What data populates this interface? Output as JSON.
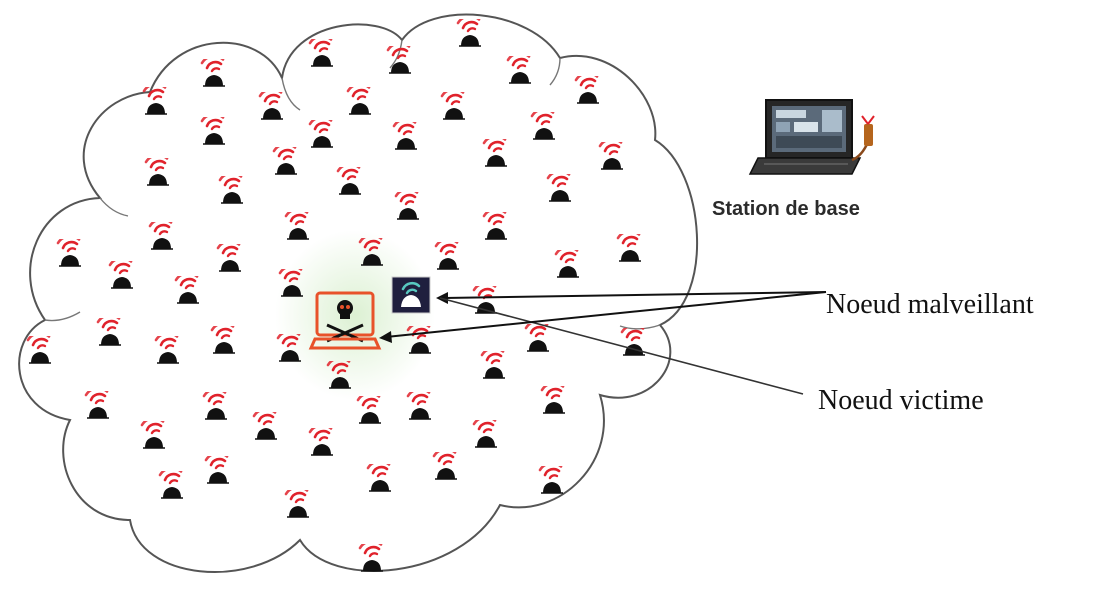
{
  "labels": {
    "base_station": "Station de base",
    "malicious_node": "Noeud malveillant",
    "victim_node": "Noeud victime"
  },
  "icons": {
    "sensor": "wireless-sensor-icon",
    "malicious": "skull-crossbones-laptop-icon",
    "victim": "highlighted-sensor-icon",
    "base_station": "laptop-with-antenna-icon"
  },
  "colors": {
    "signal": "#e0222b",
    "sensor_body": "#111111",
    "cloud_outline": "#555555",
    "malicious": "#e8522a",
    "victim_bg": "#1f1f3e",
    "victim_signal": "#58c8c0",
    "glow": "#b9e2a6"
  }
}
